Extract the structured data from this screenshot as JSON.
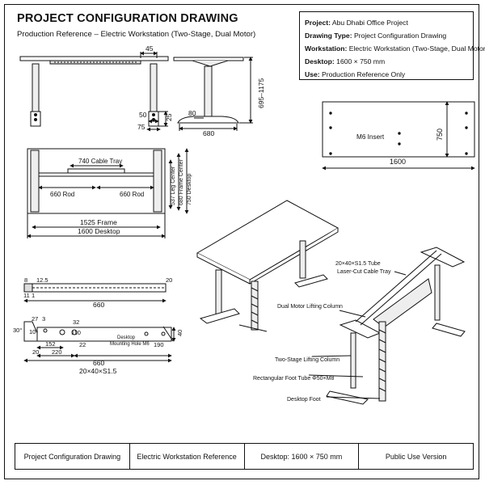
{
  "header": {
    "title": "PROJECT CONFIGURATION DRAWING",
    "subtitle": "Production Reference – Electric Workstation (Two-Stage, Dual Motor)"
  },
  "info_box": [
    {
      "label": "Project:",
      "value": "Abu Dhabi Office Project"
    },
    {
      "label": "Drawing Type:",
      "value": "Project Configuration Drawing"
    },
    {
      "label": "Workstation:",
      "value": "Electric Workstation (Two-Stage, Dual Motor)"
    },
    {
      "label": "Desktop:",
      "value": "1600 × 750 mm"
    },
    {
      "label": "Use:",
      "value": "Production Reference Only"
    }
  ],
  "front_view": {
    "dim_top": "45",
    "dim_foot_ext": "50",
    "dim_foot_h": "25",
    "dim_foot_total": "75"
  },
  "side_view": {
    "dim_height": "695–1175",
    "dim_foot_off": "80",
    "dim_foot_len": "680"
  },
  "top_plan": {
    "desktop_depth": "750",
    "desktop_width": "1600",
    "insert_label": "M6 Insert"
  },
  "frame_plan": {
    "cable_tray": "740 Cable Tray",
    "rod_left": "660 Rod",
    "rod_right": "660 Rod",
    "leg_center": "537 Leg Center",
    "frame_center": "680 Frame Center",
    "desktop_depth": "750 Desktop",
    "frame_width": "1525 Frame",
    "desktop_width": "1600 Desktop"
  },
  "rod_detail": {
    "d8": "8",
    "d12_5": "12.5",
    "d20": "20",
    "d11": "11",
    "d1": "1",
    "length": "660"
  },
  "arm_detail": {
    "d30": "30°",
    "d27": "27",
    "d3": "3",
    "d32": "32",
    "d10": "10",
    "d152": "152",
    "d22": "22",
    "d110": "110",
    "d40": "40",
    "d20": "20",
    "d220": "220",
    "d190": "190",
    "hole_label_1": "Desktop",
    "hole_label_2": "Mounting Hole M6",
    "length": "660",
    "section": "20×40×S1.5"
  },
  "iso_labels": {
    "tube": "20×40×S1.5 Tube",
    "tray": "Laser-Cut Cable Tray",
    "column": "Dual Motor Lifting Column",
    "two_stage": "Two-Stage Lifting Column",
    "foot_tube": "Rectangular Foot Tube Φ50×M8",
    "foot": "Desktop Foot"
  },
  "footer": [
    "Project Configuration Drawing",
    "Electric Workstation Reference",
    "Desktop: 1600 × 750 mm",
    "Public Use Version"
  ]
}
